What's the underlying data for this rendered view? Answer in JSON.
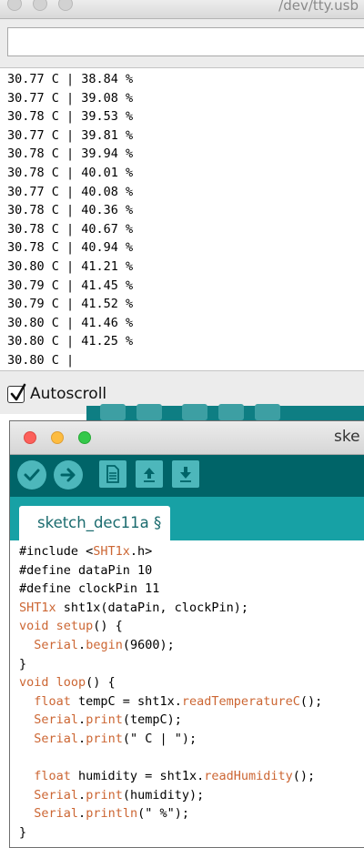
{
  "serial_monitor": {
    "title": "/dev/tty.usb",
    "send_input_value": "",
    "output_lines": [
      "30.77 C | 38.84 %",
      "30.77 C | 39.08 %",
      "30.78 C | 39.53 %",
      "30.77 C | 39.81 %",
      "30.78 C | 39.94 %",
      "30.78 C | 40.01 %",
      "30.77 C | 40.08 %",
      "30.78 C | 40.36 %",
      "30.78 C | 40.67 %",
      "30.78 C | 40.94 %",
      "30.80 C | 41.21 %",
      "30.79 C | 41.45 %",
      "30.79 C | 41.52 %",
      "30.80 C | 41.46 %",
      "30.80 C | 41.25 %",
      "30.80 C |"
    ],
    "autoscroll_label": "Autoscroll",
    "autoscroll_checked": true
  },
  "sketch_window": {
    "title": "ske",
    "tab_label": "sketch_dec11a §",
    "toolbar_icons": [
      "verify-icon",
      "upload-icon",
      "new-icon",
      "open-icon",
      "save-icon"
    ],
    "traffic_light_colors": {
      "close": "#fc605b",
      "minimize": "#fdbc40",
      "zoom": "#34c84a"
    },
    "code_lines": [
      [
        {
          "t": "#include <"
        },
        {
          "t": "SHT1x",
          "c": "kw"
        },
        {
          "t": ".h>"
        }
      ],
      [
        {
          "t": "#define dataPin 10"
        }
      ],
      [
        {
          "t": "#define clockPin 11"
        }
      ],
      [
        {
          "t": "SHT1x",
          "c": "kw"
        },
        {
          "t": " sht1x(dataPin, clockPin);"
        }
      ],
      [
        {
          "t": "void",
          "c": "kw"
        },
        {
          "t": " "
        },
        {
          "t": "setup",
          "c": "fn"
        },
        {
          "t": "() {"
        }
      ],
      [
        {
          "t": "  "
        },
        {
          "t": "Serial",
          "c": "kw"
        },
        {
          "t": "."
        },
        {
          "t": "begin",
          "c": "fn"
        },
        {
          "t": "(9600);"
        }
      ],
      [
        {
          "t": "}"
        }
      ],
      [
        {
          "t": "void",
          "c": "kw"
        },
        {
          "t": " "
        },
        {
          "t": "loop",
          "c": "fn"
        },
        {
          "t": "() {"
        }
      ],
      [
        {
          "t": "  "
        },
        {
          "t": "float",
          "c": "kw"
        },
        {
          "t": " tempC = sht1x."
        },
        {
          "t": "readTemperatureC",
          "c": "fn"
        },
        {
          "t": "();"
        }
      ],
      [
        {
          "t": "  "
        },
        {
          "t": "Serial",
          "c": "kw"
        },
        {
          "t": "."
        },
        {
          "t": "print",
          "c": "fn"
        },
        {
          "t": "(tempC);"
        }
      ],
      [
        {
          "t": "  "
        },
        {
          "t": "Serial",
          "c": "kw"
        },
        {
          "t": "."
        },
        {
          "t": "print",
          "c": "fn"
        },
        {
          "t": "(\" C | \");"
        }
      ],
      [
        {
          "t": ""
        }
      ],
      [
        {
          "t": "  "
        },
        {
          "t": "float",
          "c": "kw"
        },
        {
          "t": " humidity = sht1x."
        },
        {
          "t": "readHumidity",
          "c": "fn"
        },
        {
          "t": "();"
        }
      ],
      [
        {
          "t": "  "
        },
        {
          "t": "Serial",
          "c": "kw"
        },
        {
          "t": "."
        },
        {
          "t": "print",
          "c": "fn"
        },
        {
          "t": "(humidity);"
        }
      ],
      [
        {
          "t": "  "
        },
        {
          "t": "Serial",
          "c": "kw"
        },
        {
          "t": "."
        },
        {
          "t": "println",
          "c": "fn"
        },
        {
          "t": "(\" %\");"
        }
      ],
      [
        {
          "t": "}"
        }
      ]
    ]
  }
}
